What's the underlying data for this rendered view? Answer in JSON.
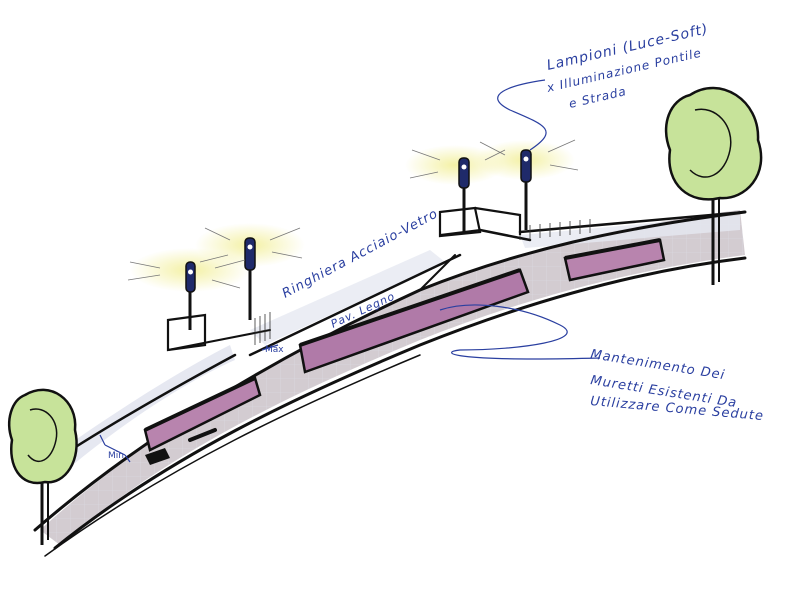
{
  "annotations": {
    "lamps_line1": "Lampioni (Luce-Soft)",
    "lamps_line2": "x Illuminazione Pontile",
    "lamps_line3": "e Strada",
    "railing": "Ringhiera Acciaio-Vetro",
    "deck": "Pav. Legno",
    "walls_line1": "Mantenimento Dei",
    "walls_line2": "Muretti Esistenti Da",
    "walls_line3": "Utilizzare Come Sedute",
    "dim_max": "Max",
    "dim_min": "Min"
  },
  "colors": {
    "ink": "#111111",
    "blue_ink": "#2a3fa0",
    "walkway_fill": "#cfc7cc",
    "bench_fill": "#b07aa8",
    "glow": "#f3f0a0",
    "tree_green": "#a9d46a",
    "grid": "#d9dde8"
  }
}
